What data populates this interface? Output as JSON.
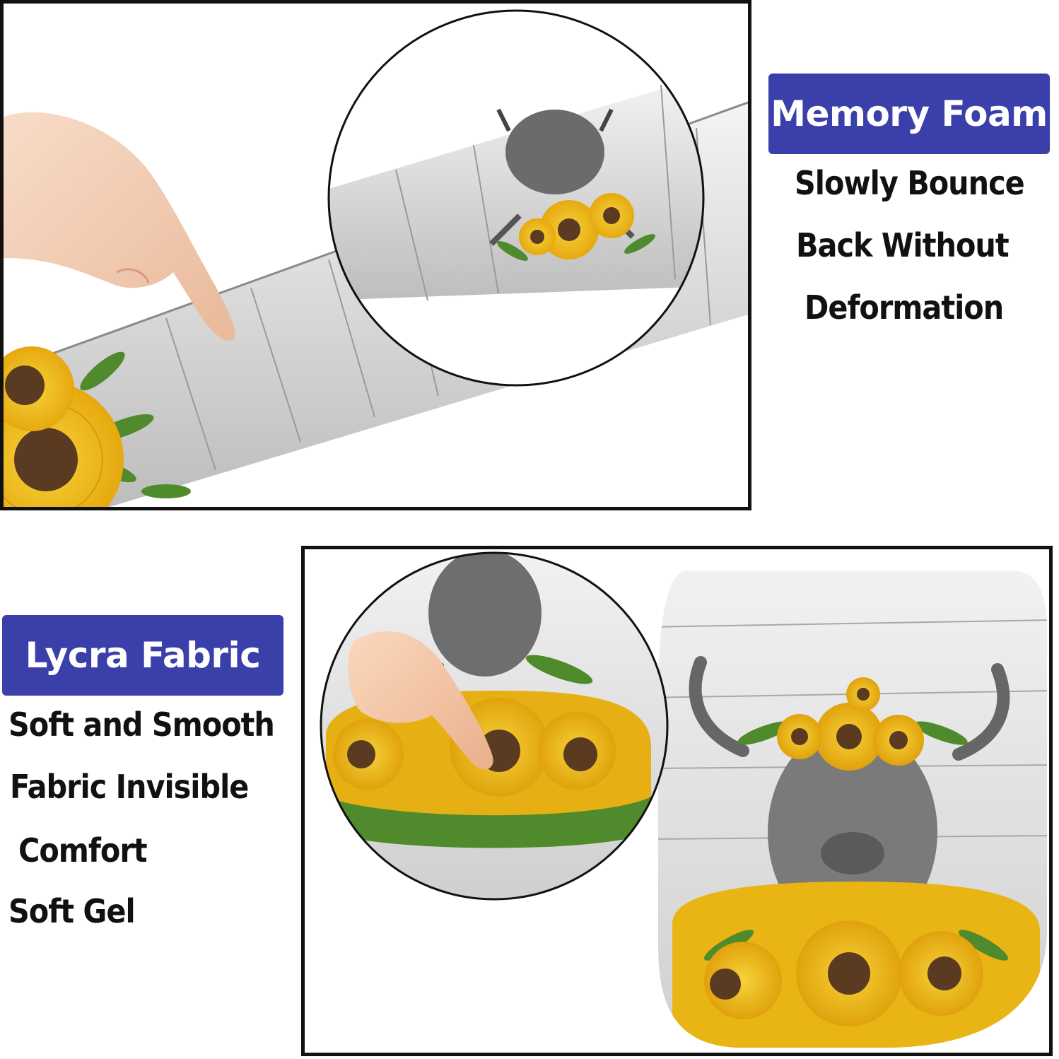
{
  "memory_foam": {
    "badge": "Memory Foam",
    "lines": [
      "Slowly Bounce",
      "Back Without",
      "Deformation"
    ]
  },
  "lycra_fabric": {
    "badge": "Lycra Fabric",
    "lines": [
      "Soft and Smooth",
      "Fabric Invisible",
      "Comfort",
      "Soft Gel"
    ]
  },
  "colors": {
    "badge_background": "#3b3faa",
    "badge_text": "#ffffff",
    "body_text": "#111111",
    "frame_border": "#111111",
    "sunflower_petal": "#f2c21b",
    "sunflower_center": "#5a3a20",
    "leaf": "#4f8a2c"
  },
  "icons": [
    "pointing-hand-icon",
    "sunflower-icon",
    "highland-cow-icon",
    "magnifier-circle-icon"
  ]
}
